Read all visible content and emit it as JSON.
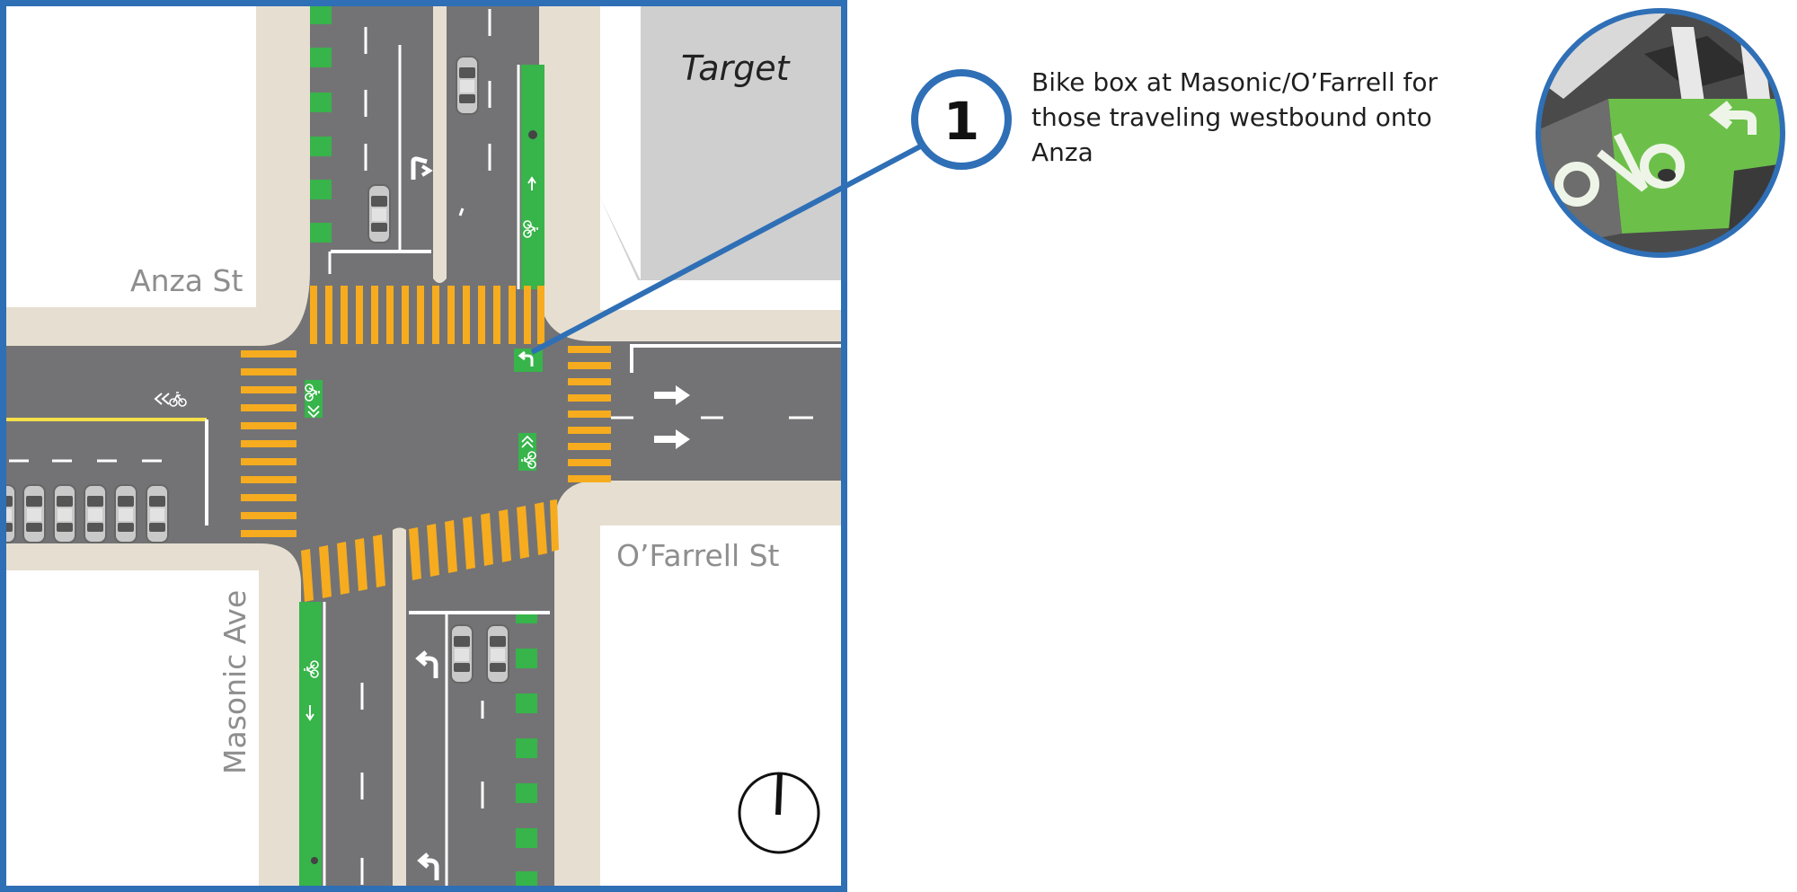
{
  "labels": {
    "target": "Target",
    "anza": "Anza St",
    "ofarrell": "O’Farrell St",
    "masonic": "Masonic Ave"
  },
  "callout": {
    "number": "1",
    "text": "Bike box at Masonic/O’Farrell for those traveling westbound onto Anza"
  },
  "colors": {
    "road": "#737375",
    "sidewalk": "#e6dfd1",
    "block": "#ffffff",
    "building": "#cfcfcf",
    "bike_lane": "#37b44a",
    "crosswalk": "#f6ac1e",
    "frame": "#2f6fb6",
    "label": "#8e8e8e",
    "center_line": "#f5e04a"
  },
  "icons": [
    "north-arrow-icon",
    "bike-symbol-icon",
    "turn-arrow-icon",
    "car-icon",
    "bike-box-photo"
  ]
}
